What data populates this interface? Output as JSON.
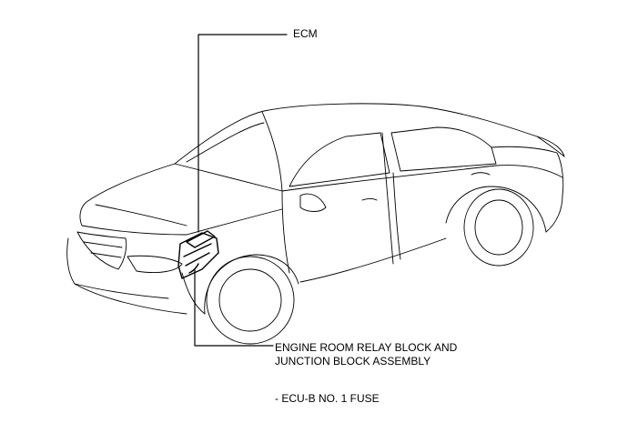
{
  "labels": {
    "ecm": "ECM",
    "relay_line1": "ENGINE ROOM RELAY BLOCK AND",
    "relay_line2": "JUNCTION BLOCK ASSEMBLY",
    "fuse": "- ECU-B NO. 1 FUSE"
  },
  "colors": {
    "line": "#000000",
    "background": "#ffffff"
  }
}
